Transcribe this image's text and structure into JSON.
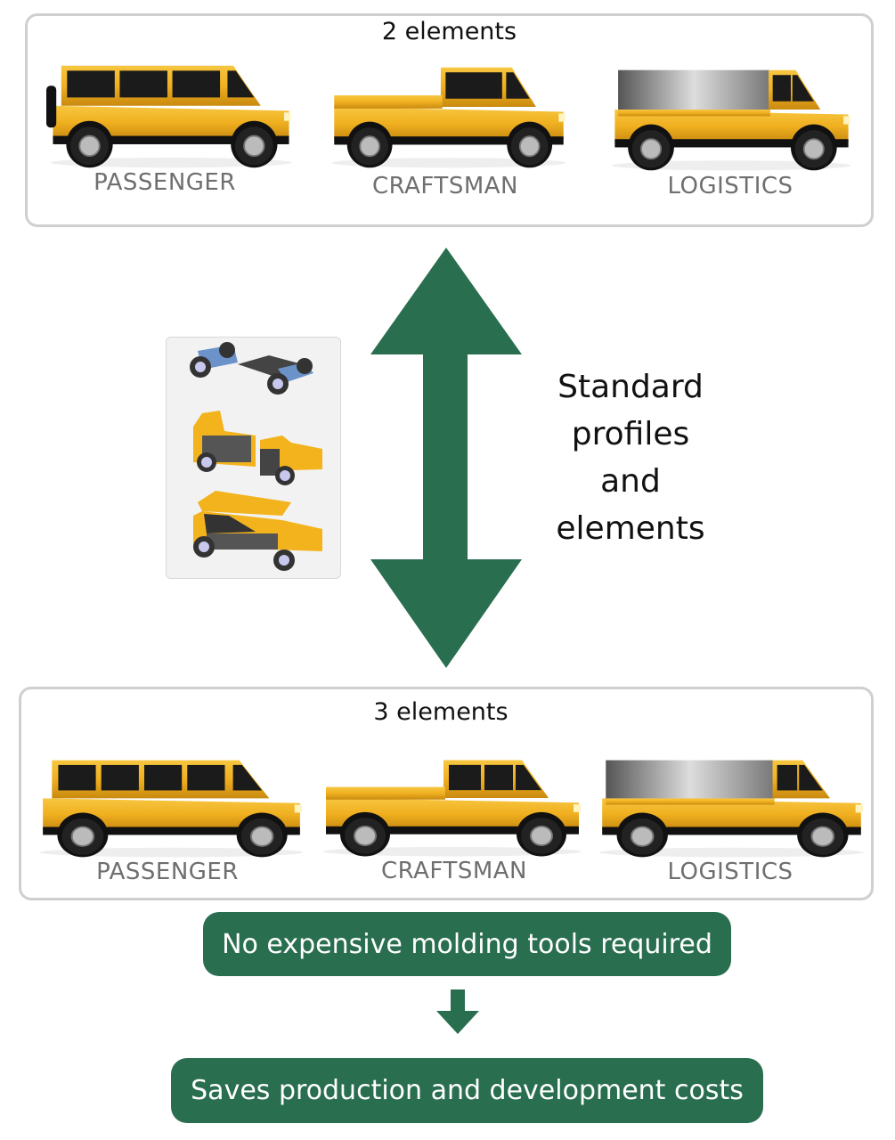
{
  "colors": {
    "accent_green": "#2a6e50",
    "vehicle_yellow": "#f0b020",
    "label_gray": "#6f6f6f",
    "box_border": "#cfcfcf"
  },
  "top_panel": {
    "title": "2 elements",
    "vehicles": [
      {
        "type": "passenger",
        "label": "PASSENGER"
      },
      {
        "type": "craftsman",
        "label": "CRAFTSMAN"
      },
      {
        "type": "logistics",
        "label": "LOGISTICS"
      }
    ]
  },
  "middle": {
    "parts_image": "modular-vehicle-components",
    "arrow_icon": "double-arrow-vertical",
    "side_text": [
      "Standard",
      "profiles",
      "and",
      "elements"
    ]
  },
  "bottom_panel": {
    "title": "3 elements",
    "vehicles": [
      {
        "type": "passenger",
        "label": "PASSENGER"
      },
      {
        "type": "craftsman",
        "label": "CRAFTSMAN"
      },
      {
        "type": "logistics",
        "label": "LOGISTICS"
      }
    ]
  },
  "result": {
    "benefit": "No expensive molding tools required",
    "arrow_icon": "arrow-down",
    "outcome": "Saves production and development costs"
  }
}
